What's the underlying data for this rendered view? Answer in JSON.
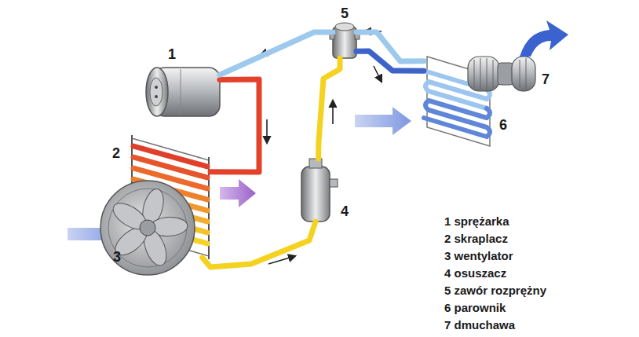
{
  "diagram": {
    "nodes": [
      {
        "text": [
          "1"
        ]
      },
      {
        "text": [
          "2"
        ]
      },
      {
        "text": [
          "3"
        ]
      },
      {
        "text": [
          "4"
        ]
      },
      {
        "text": [
          "5"
        ]
      },
      {
        "text": [
          "6"
        ]
      },
      {
        "text": [
          "7"
        ]
      }
    ],
    "edges": [
      {
        "from": 0,
        "to": 1,
        "arrow": "none"
      },
      {
        "from": 1,
        "to": 3,
        "arrow": "none"
      },
      {
        "from": 3,
        "to": 4,
        "arrow": "none"
      },
      {
        "from": 4,
        "to": 5,
        "arrow": "none"
      },
      {
        "from": 5,
        "to": 4,
        "arrow": "none"
      },
      {
        "from": 4,
        "to": 0,
        "arrow": "none"
      }
    ],
    "legend": [
      {
        "text": "1 sprężarka"
      },
      {
        "text": "2 skraplacz"
      },
      {
        "text": "3 wentylator"
      },
      {
        "text": "4 osuszacz"
      },
      {
        "text": "5 zawór rozprężny"
      },
      {
        "text": "6 parownik"
      },
      {
        "text": "7 dmuchawa"
      }
    ]
  }
}
